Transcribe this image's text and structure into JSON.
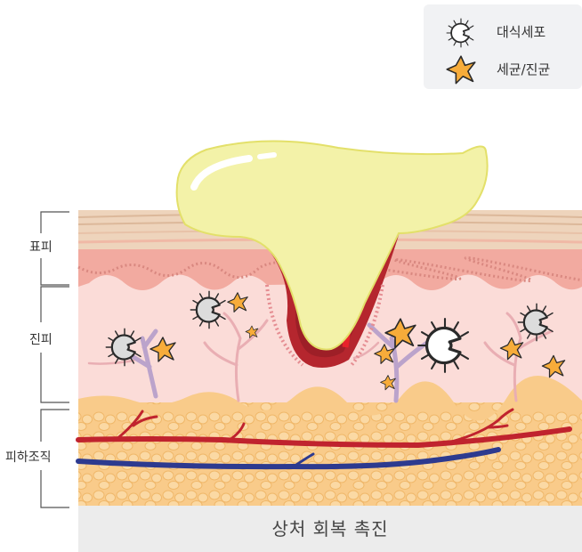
{
  "legend": {
    "items": [
      {
        "label": "대식세포",
        "icon": "macrophage-icon"
      },
      {
        "label": "세균/진균",
        "icon": "bacteria-fungi-icon"
      }
    ]
  },
  "layers": {
    "epidermis": "표피",
    "dermis": "진피",
    "subcutaneous": "피하조직"
  },
  "caption": "상처 회복 촉진",
  "colors": {
    "skin_top": "#eed4bc",
    "epidermis": "#f2aaa0",
    "dermis": "#fbdcd8",
    "fat": "#f9cb8a",
    "artery": "#c0232e",
    "vein": "#2d3a8f",
    "ointment": "#f3f2a8",
    "bacteria": "#f7ac3a",
    "caption_bg": "#ececec"
  }
}
